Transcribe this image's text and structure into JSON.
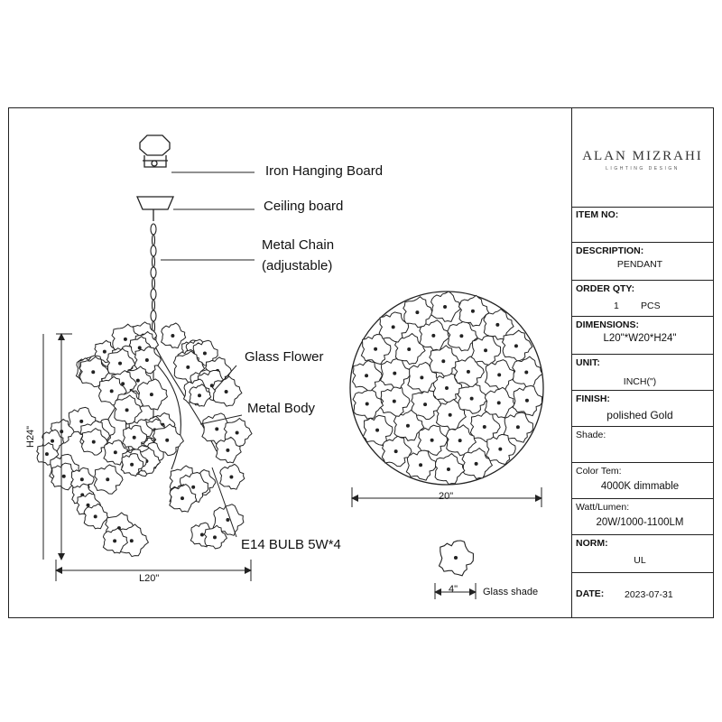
{
  "callouts": {
    "iron_hanging_board": "Iron Hanging Board",
    "ceiling_board": "Ceiling board",
    "metal_chain_line1": "Metal Chain",
    "metal_chain_line2": "(adjustable)",
    "glass_flower": "Glass Flower",
    "metal_body": "Metal Body",
    "bulb": "E14 BULB 5W*4"
  },
  "dimensions": {
    "height": "H24\"",
    "length": "L20\"",
    "top_diameter": "20\"",
    "shade_width": "4\"",
    "shade_label": "Glass shade"
  },
  "title_block": {
    "brand": "ALAN MIZRAHI",
    "brand_sub": "LIGHTING DESIGN",
    "item_no_label": "ITEM NO:",
    "description_label": "DESCRIPTION:",
    "description_value": "PENDANT",
    "order_qty_label": "ORDER QTY:",
    "order_qty_value": "1",
    "order_qty_unit": "PCS",
    "dimensions_label": "DIMENSIONS:",
    "dimensions_value": "L20\"*W20*H24\"",
    "unit_label": "UNIT:",
    "unit_value": "INCH(\")",
    "finish_label": "FINISH:",
    "finish_value": "polished Gold",
    "shade_label": "Shade:",
    "color_tem_label": "Color Tem:",
    "color_tem_value": "4000K dimmable",
    "watt_label": "Watt/Lumen:",
    "watt_value": "20W/1000-1100LM",
    "norm_label": "NORM:",
    "norm_value": "UL",
    "date_label": "DATE:",
    "date_value": "2023-07-31"
  },
  "colors": {
    "line": "#222222",
    "background": "#ffffff"
  }
}
